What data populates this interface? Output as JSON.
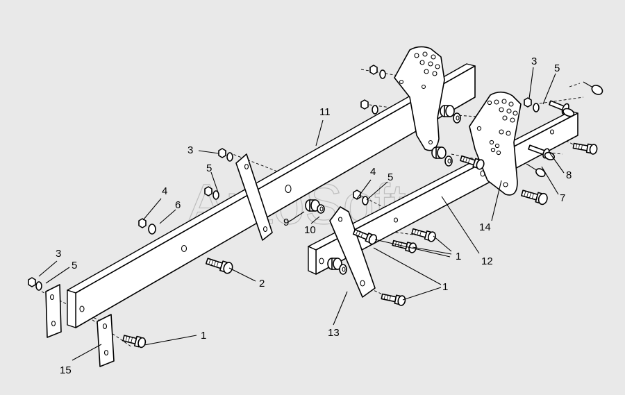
{
  "watermark": "AutoSoft",
  "callouts": [
    {
      "id": "c1a",
      "text": "1"
    },
    {
      "id": "c1b",
      "text": "1"
    },
    {
      "id": "c1c",
      "text": "1"
    },
    {
      "id": "c2",
      "text": "2"
    },
    {
      "id": "c3a",
      "text": "3"
    },
    {
      "id": "c3b",
      "text": "3"
    },
    {
      "id": "c3c",
      "text": "3"
    },
    {
      "id": "c4a",
      "text": "4"
    },
    {
      "id": "c4b",
      "text": "4"
    },
    {
      "id": "c5a",
      "text": "5"
    },
    {
      "id": "c5b",
      "text": "5"
    },
    {
      "id": "c5c",
      "text": "5"
    },
    {
      "id": "c5d",
      "text": "5"
    },
    {
      "id": "c6",
      "text": "6"
    },
    {
      "id": "c7",
      "text": "7"
    },
    {
      "id": "c8",
      "text": "8"
    },
    {
      "id": "c9",
      "text": "9"
    },
    {
      "id": "c10",
      "text": "10"
    },
    {
      "id": "c11",
      "text": "11"
    },
    {
      "id": "c12",
      "text": "12"
    },
    {
      "id": "c13",
      "text": "13"
    },
    {
      "id": "c14",
      "text": "14"
    },
    {
      "id": "c15",
      "text": "15"
    }
  ]
}
